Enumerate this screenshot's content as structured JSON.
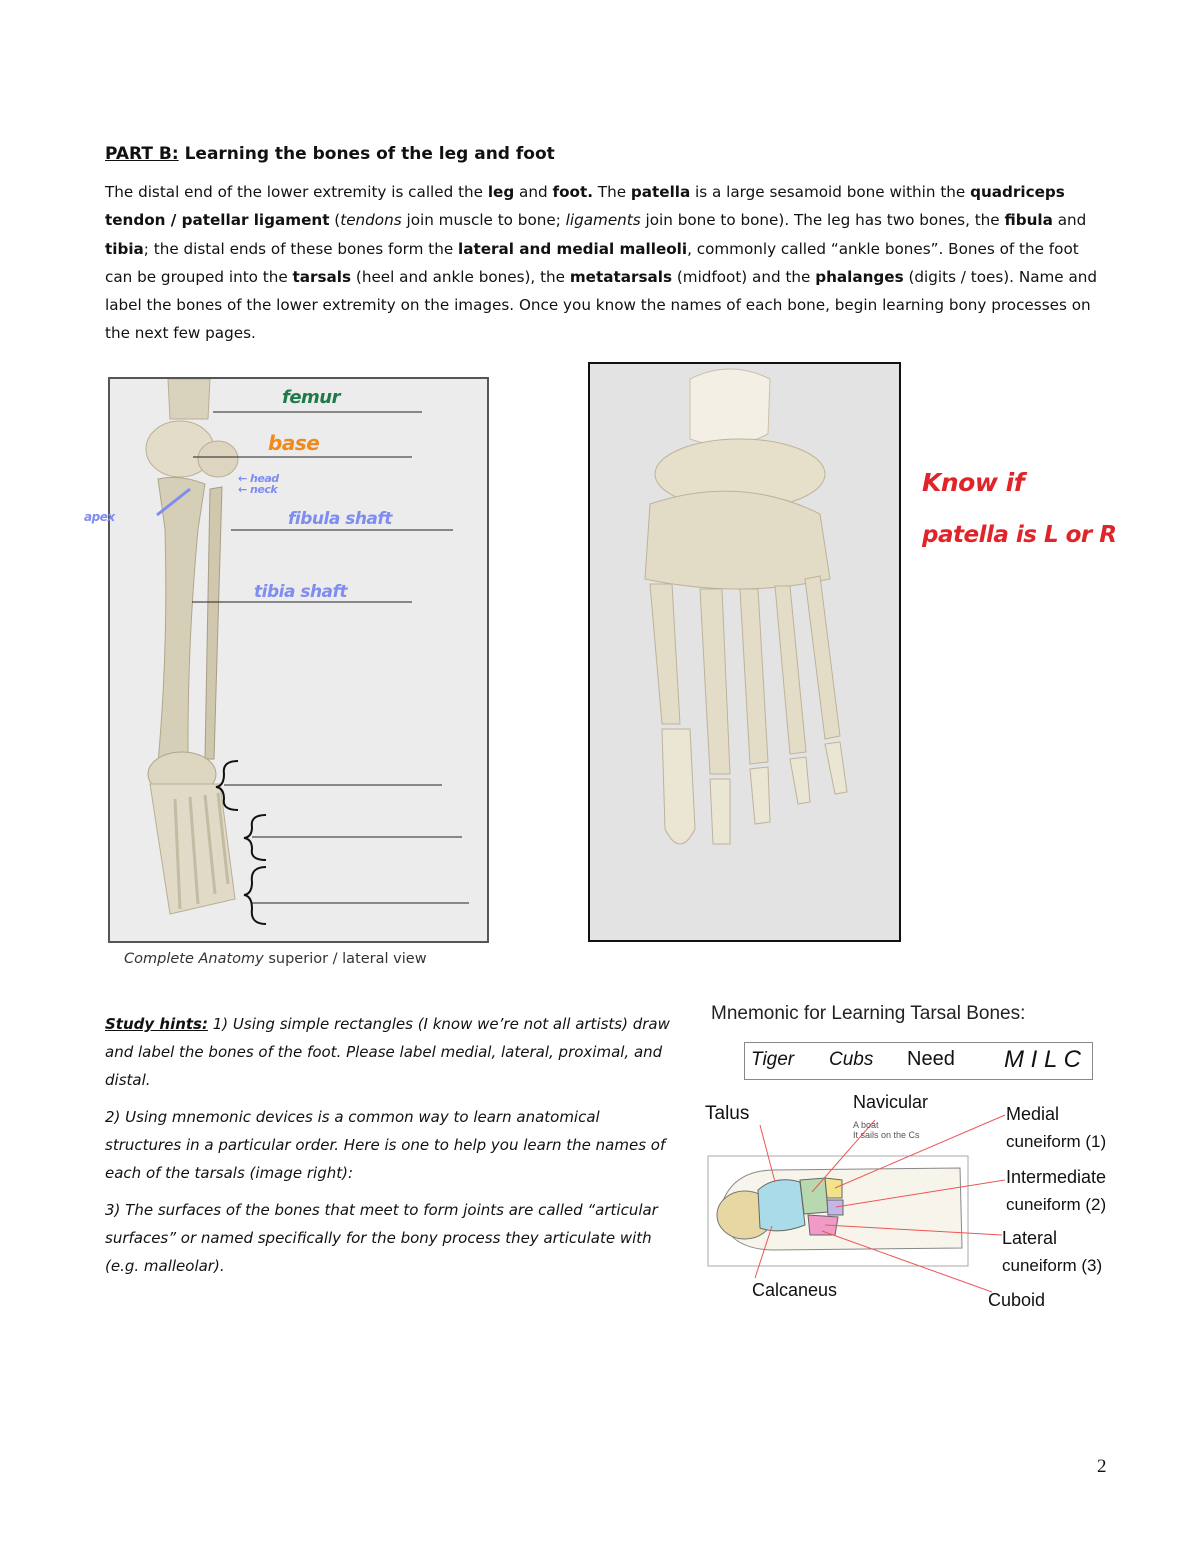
{
  "heading": {
    "label": "PART B:",
    "title": "Learning the bones of the leg and foot"
  },
  "intro": {
    "s1": "The distal end of the lower extremity is called the ",
    "b1": "leg",
    "s2": " and ",
    "b2": "foot.",
    "s3": " The ",
    "b3": "patella",
    "s4": " is a large sesamoid bone within the ",
    "b4": "quadriceps tendon / patellar ligament",
    "s5": " (",
    "i1": "tendons",
    "s6": " join muscle to bone; ",
    "i2": "ligaments",
    "s7": " join bone to bone). The leg has two bones, the ",
    "b5": "fibula",
    "s8": " and ",
    "b6": "tibia",
    "s9": "; the distal ends of these bones form the ",
    "b7": "lateral and medial malleoli",
    "s10": ", commonly called “ankle bones”. Bones of the foot can be grouped into the ",
    "b8": "tarsals",
    "s11": " (heel and ankle bones), the ",
    "b9": "metatarsals",
    "s12": " (midfoot) and the ",
    "b10": "phalanges",
    "s13": " (digits / toes). Name and label the bones of the lower extremity on the images. Once you know the names of each bone, begin learning bony processes on the next few pages."
  },
  "figure1": {
    "caption_italic": "Complete Anatomy",
    "caption_rest": " superior / lateral view",
    "labels": {
      "femur": "femur",
      "base": "base",
      "head_neck_1": "← head",
      "head_neck_2": "← neck",
      "apex": "apex",
      "fibula_shaft": "fibula shaft",
      "tibia_shaft": "tibia shaft"
    },
    "colors": {
      "femur": "#1f7a4a",
      "base": "#f08a1c",
      "blue": "#7f8cf0"
    }
  },
  "notes": {
    "line1": "Know if",
    "line2": "patella is L or R",
    "color": "#e0242a"
  },
  "hints": {
    "label": "Study hints:",
    "p1": " 1) Using simple rectangles (I know we’re not all artists) draw and label the bones of the foot. Please label medial, lateral, proximal, and distal.",
    "p2": "2)  Using mnemonic devices is a common way to learn anatomical structures in a particular order.  Here is one to help you learn the names of each of the tarsals (image right):",
    "p3": "3) The surfaces of the bones that meet to form joints are called “articular surfaces” or named specifically for the bony process they articulate with (e.g. malleolar)."
  },
  "mnemonic": {
    "title": "Mnemonic for Learning Tarsal Bones:",
    "phrase": {
      "tiger": "Tiger",
      "cubs": "Cubs",
      "need": "Need",
      "milc": "M I L C"
    },
    "talus": "Talus",
    "navicular": "Navicular",
    "navicular_note1": "A boat",
    "navicular_note2": "It sails on the Cs",
    "medial": "Medial",
    "medial2": "cuneiform (1)",
    "intermediate": "Intermediate",
    "intermediate2": "cuneiform (2)",
    "lateral": "Lateral",
    "lateral2": "cuneiform (3)",
    "calcaneus": "Calcaneus",
    "cuboid": "Cuboid"
  },
  "page_number": "2"
}
